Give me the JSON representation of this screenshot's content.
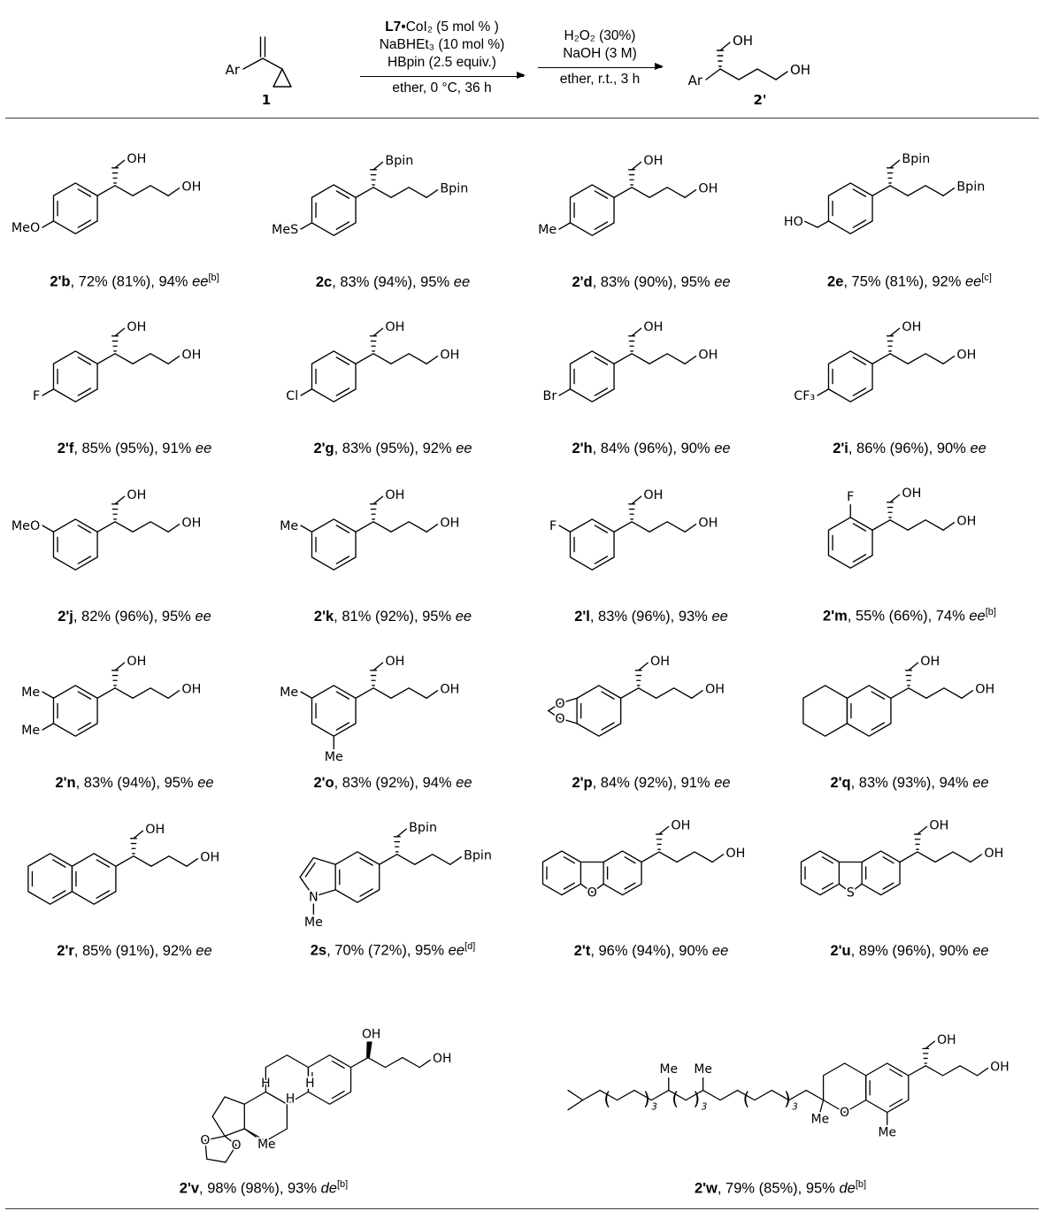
{
  "scheme": {
    "substrate": {
      "ar": "Ar",
      "label": "1"
    },
    "product": {
      "ar": "Ar",
      "oh_top": "OH",
      "oh_end": "OH",
      "label": "2'"
    },
    "step1": {
      "line1_bold": "L7",
      "line1_rest": "•CoI₂ (5 mol % )",
      "line2": "NaBHEt₃ (10 mol %)",
      "line3": "HBpin (2.5 equiv.)",
      "below": "ether, 0 °C, 36 h"
    },
    "step2": {
      "line1": "H₂O₂ (30%)",
      "line2": "NaOH (3 M)",
      "below": "ether, r.t., 3 h"
    }
  },
  "products": [
    {
      "id": "2'b",
      "yields": "72% (81%)",
      "sel": "94%",
      "sel_label": "ee",
      "note": "[b]",
      "structure": {
        "template": "aryl",
        "subs": [
          {
            "pos": "para",
            "label": "MeO"
          }
        ],
        "top": "OH",
        "end": "OH"
      }
    },
    {
      "id": "2c",
      "yields": "83% (94%)",
      "sel": "95%",
      "sel_label": "ee",
      "note": "",
      "structure": {
        "template": "aryl",
        "subs": [
          {
            "pos": "para",
            "label": "MeS"
          }
        ],
        "top": "Bpin",
        "end": "Bpin"
      }
    },
    {
      "id": "2'd",
      "yields": "83% (90%)",
      "sel": "95%",
      "sel_label": "ee",
      "note": "",
      "structure": {
        "template": "aryl",
        "subs": [
          {
            "pos": "para",
            "label": "Me"
          }
        ],
        "top": "OH",
        "end": "OH"
      }
    },
    {
      "id": "2e",
      "yields": "75% (81%)",
      "sel": "92%",
      "sel_label": "ee",
      "note": "[c]",
      "structure": {
        "template": "aryl",
        "subs": [
          {
            "pos": "para",
            "label": "HO",
            "ch2": true
          }
        ],
        "top": "Bpin",
        "end": "Bpin"
      }
    },
    {
      "id": "2'f",
      "yields": "85% (95%)",
      "sel": "91%",
      "sel_label": "ee",
      "note": "",
      "structure": {
        "template": "aryl",
        "subs": [
          {
            "pos": "para",
            "label": "F"
          }
        ],
        "top": "OH",
        "end": "OH"
      }
    },
    {
      "id": "2'g",
      "yields": "83% (95%)",
      "sel": "92%",
      "sel_label": "ee",
      "note": "",
      "structure": {
        "template": "aryl",
        "subs": [
          {
            "pos": "para",
            "label": "Cl"
          }
        ],
        "top": "OH",
        "end": "OH"
      }
    },
    {
      "id": "2'h",
      "yields": "84% (96%)",
      "sel": "90%",
      "sel_label": "ee",
      "note": "",
      "structure": {
        "template": "aryl",
        "subs": [
          {
            "pos": "para",
            "label": "Br"
          }
        ],
        "top": "OH",
        "end": "OH"
      }
    },
    {
      "id": "2'i",
      "yields": "86% (96%)",
      "sel": "90%",
      "sel_label": "ee",
      "note": "",
      "structure": {
        "template": "aryl",
        "subs": [
          {
            "pos": "para",
            "label": "CF₃"
          }
        ],
        "top": "OH",
        "end": "OH"
      }
    },
    {
      "id": "2'j",
      "yields": "82% (96%)",
      "sel": "95%",
      "sel_label": "ee",
      "note": "",
      "structure": {
        "template": "aryl",
        "subs": [
          {
            "pos": "metaUp",
            "label": "MeO"
          }
        ],
        "top": "OH",
        "end": "OH"
      }
    },
    {
      "id": "2'k",
      "yields": "81% (92%)",
      "sel": "95%",
      "sel_label": "ee",
      "note": "",
      "structure": {
        "template": "aryl",
        "subs": [
          {
            "pos": "metaUp",
            "label": "Me"
          }
        ],
        "top": "OH",
        "end": "OH"
      }
    },
    {
      "id": "2'l",
      "yields": "83% (96%)",
      "sel": "93%",
      "sel_label": "ee",
      "note": "",
      "structure": {
        "template": "aryl",
        "subs": [
          {
            "pos": "metaUp",
            "label": "F"
          }
        ],
        "top": "OH",
        "end": "OH"
      }
    },
    {
      "id": "2'm",
      "yields": "55% (66%)",
      "sel": "74%",
      "sel_label": "ee",
      "note": "[b]",
      "structure": {
        "template": "aryl",
        "subs": [
          {
            "pos": "ortho",
            "label": "F"
          }
        ],
        "top": "OH",
        "end": "OH"
      }
    },
    {
      "id": "2'n",
      "yields": "83% (94%)",
      "sel": "95%",
      "sel_label": "ee",
      "note": "",
      "structure": {
        "template": "aryl",
        "subs": [
          {
            "pos": "metaUp",
            "label": "Me"
          },
          {
            "pos": "para",
            "label": "Me"
          }
        ],
        "top": "OH",
        "end": "OH"
      }
    },
    {
      "id": "2'o",
      "yields": "83% (92%)",
      "sel": "94%",
      "sel_label": "ee",
      "note": "",
      "structure": {
        "template": "aryl",
        "subs": [
          {
            "pos": "metaUp",
            "label": "Me"
          },
          {
            "pos": "metaDown",
            "label": "Me"
          }
        ],
        "top": "OH",
        "end": "OH"
      }
    },
    {
      "id": "2'p",
      "yields": "84% (92%)",
      "sel": "91%",
      "sel_label": "ee",
      "note": "",
      "structure": {
        "template": "benzodioxole",
        "o_label": "O",
        "top": "OH",
        "end": "OH"
      }
    },
    {
      "id": "2'q",
      "yields": "83% (93%)",
      "sel": "94%",
      "sel_label": "ee",
      "note": "",
      "structure": {
        "template": "tetrahydronaphthalene",
        "top": "OH",
        "end": "OH"
      }
    },
    {
      "id": "2'r",
      "yields": "85% (91%)",
      "sel": "92%",
      "sel_label": "ee",
      "note": "",
      "structure": {
        "template": "naphthalene",
        "top": "OH",
        "end": "OH"
      }
    },
    {
      "id": "2s",
      "yields": "70% (72%)",
      "sel": "95%",
      "sel_label": "ee",
      "note": "[d]",
      "structure": {
        "template": "indole",
        "n_label": "N",
        "n_me": "Me",
        "top": "Bpin",
        "end": "Bpin"
      }
    },
    {
      "id": "2't",
      "yields": "96% (94%)",
      "sel": "90%",
      "sel_label": "ee",
      "note": "",
      "structure": {
        "template": "dibenzo",
        "het": "O",
        "top": "OH",
        "end": "OH"
      }
    },
    {
      "id": "2'u",
      "yields": "89% (96%)",
      "sel": "90%",
      "sel_label": "ee",
      "note": "",
      "structure": {
        "template": "dibenzo",
        "het": "S",
        "top": "OH",
        "end": "OH"
      }
    },
    {
      "id": "2'v",
      "yields": "98% (98%)",
      "sel": "93%",
      "sel_label": "de",
      "note": "[b]",
      "wide": true,
      "structure": {
        "template": "steroid",
        "o_label": "O",
        "h_label": "H",
        "me_label": "Me",
        "top": "OH",
        "end": "OH"
      }
    },
    {
      "id": "2'w",
      "yields": "79% (85%)",
      "sel": "95%",
      "sel_label": "de",
      "note": "[b]",
      "wide": true,
      "structure": {
        "template": "tocopherol",
        "o_label": "O",
        "me_label": "Me",
        "repeat_sub": "3",
        "top": "OH",
        "end": "OH"
      }
    }
  ]
}
